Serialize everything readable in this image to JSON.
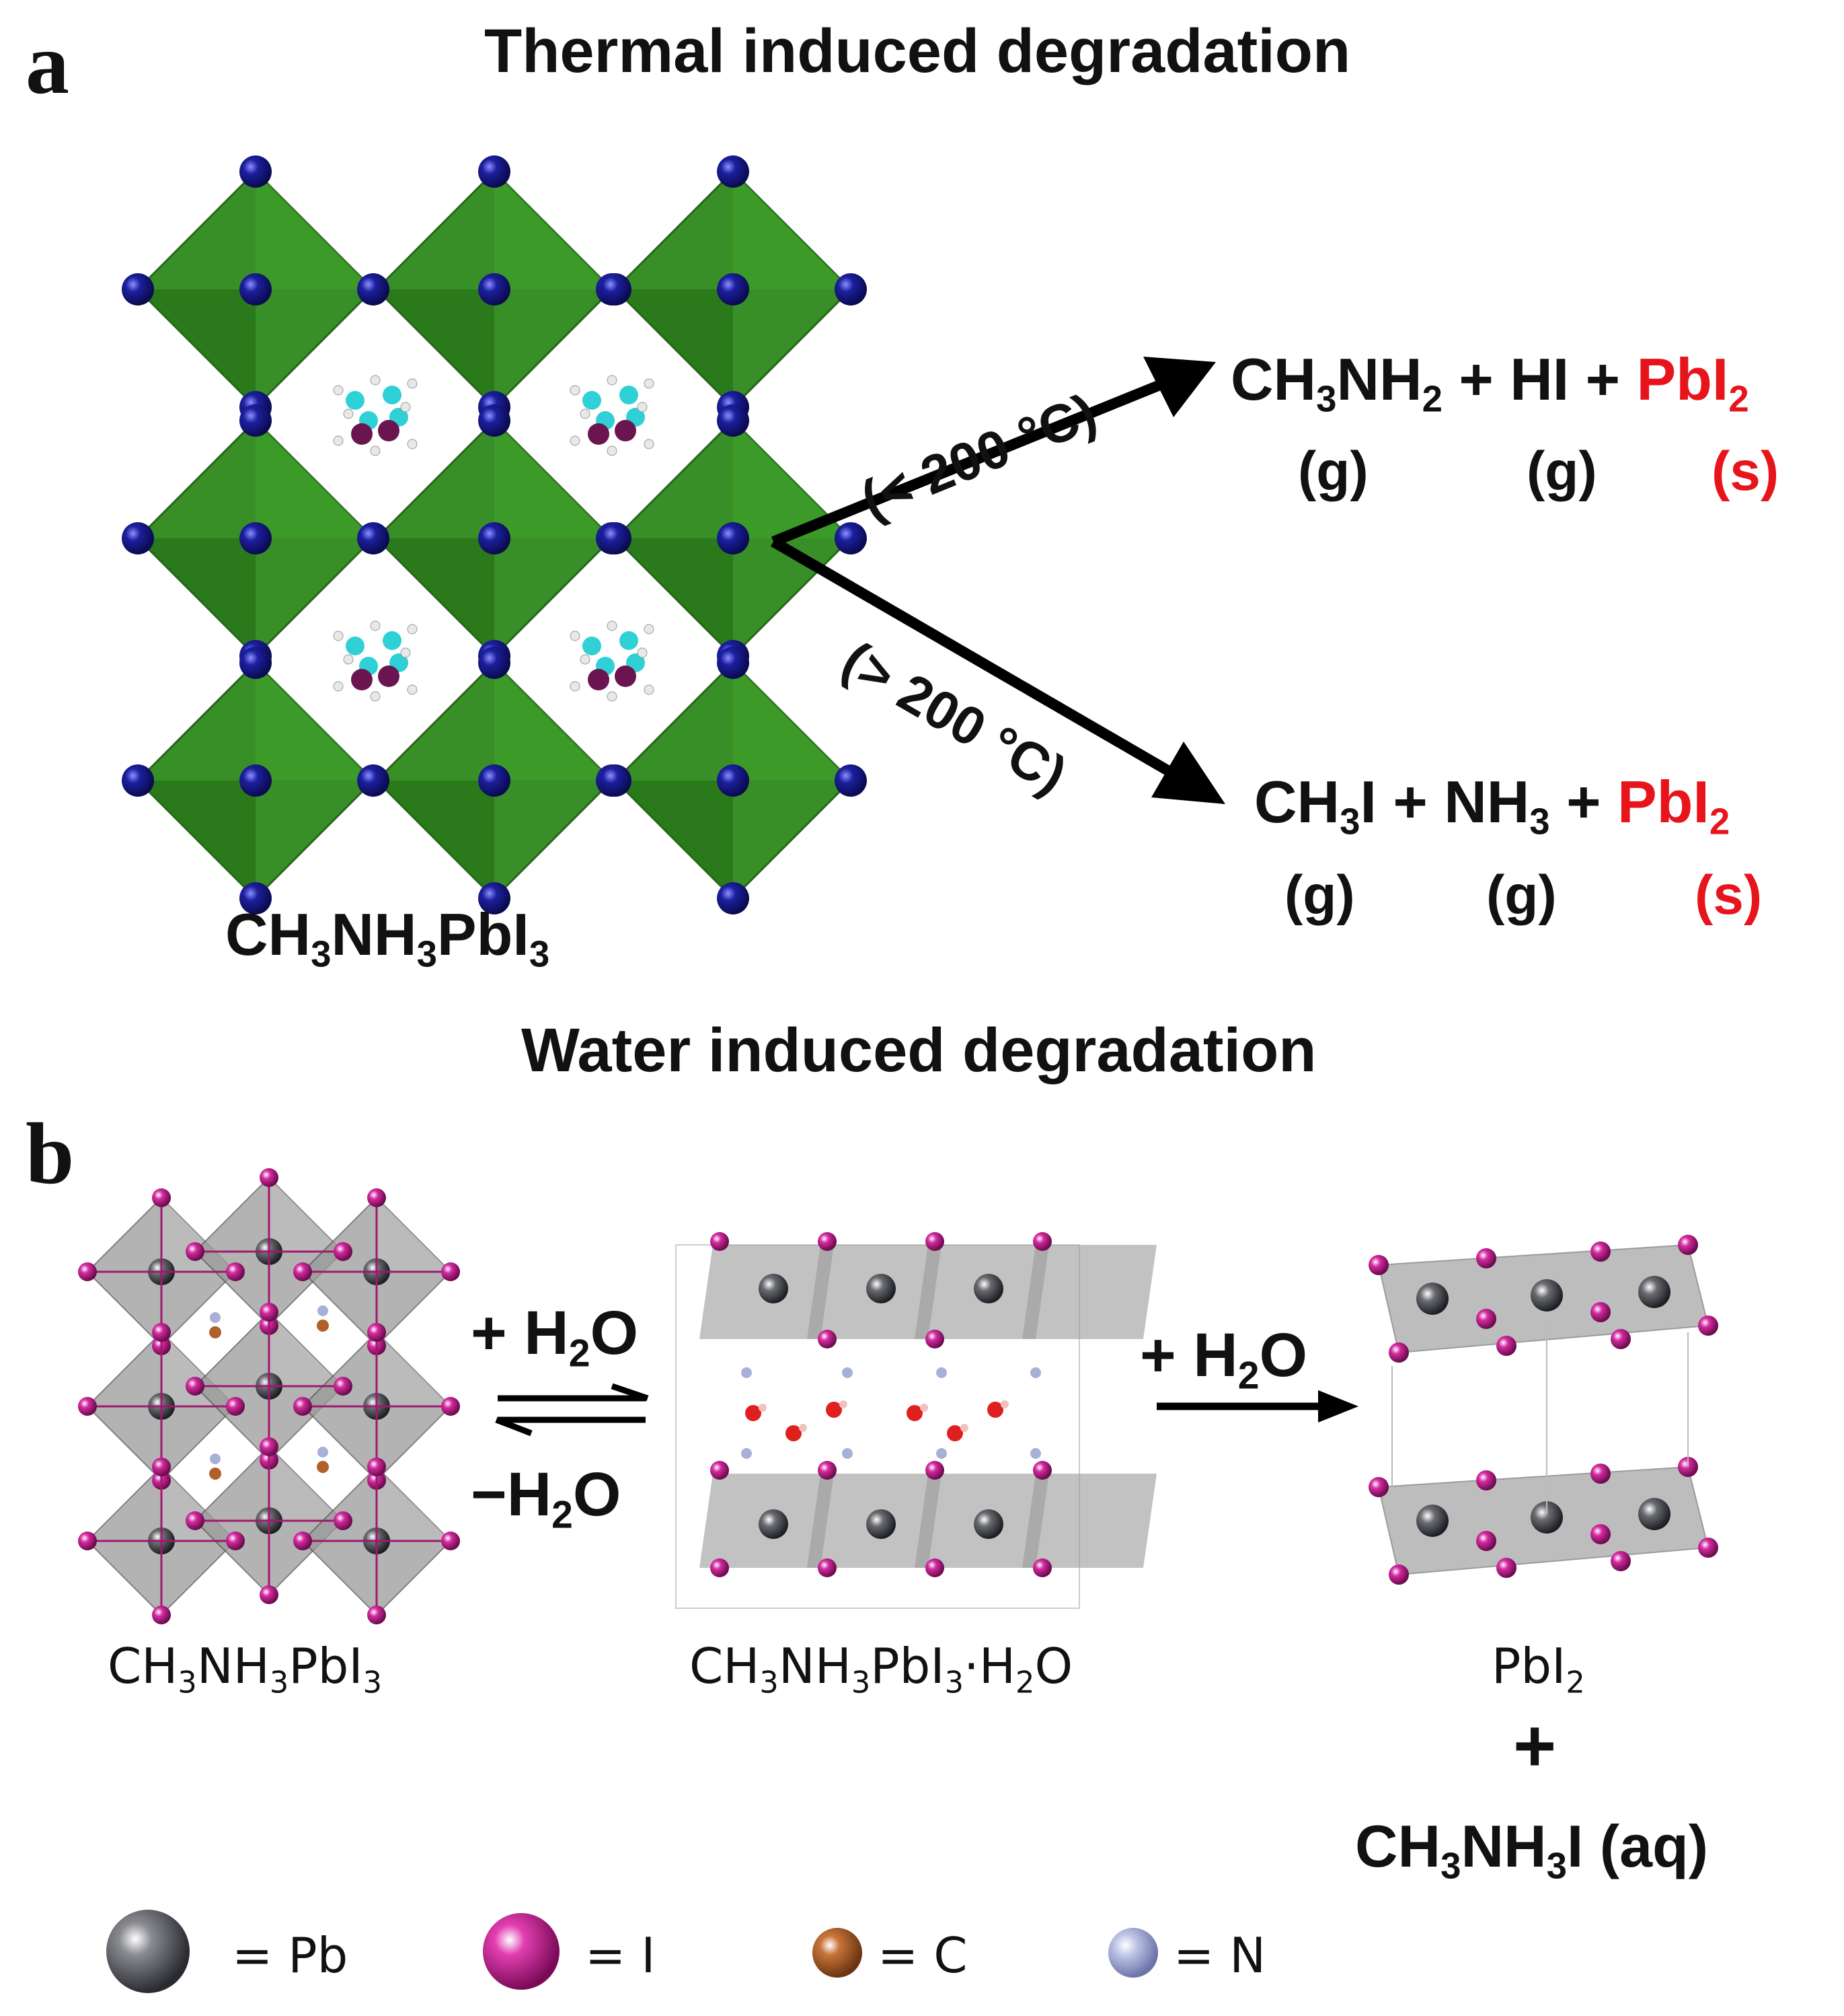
{
  "panel_a": {
    "letter": "a",
    "title": "Thermal induced degradation",
    "structure_label": {
      "pre": "CH",
      "s1": "3",
      "mid1": "NH",
      "s2": "3",
      "mid2": "PbI",
      "s3": "3"
    },
    "upper_path": {
      "condition": "(< 200 °C)",
      "products": {
        "a1": "CH",
        "a2": "3",
        "a3": "NH",
        "a4": "2",
        "plus1": " + HI + ",
        "p1": "PbI",
        "p2": "2"
      },
      "phases": [
        "(g)",
        "(g)",
        "(s)"
      ]
    },
    "lower_path": {
      "condition": "(> 200 °C)",
      "products": {
        "a1": "CH",
        "a2": "3",
        "a3": "I + NH",
        "a4": "3",
        "plus1": " + ",
        "p1": "PbI",
        "p2": "2"
      },
      "phases": [
        "(g)",
        "(g)",
        "(s)"
      ]
    }
  },
  "panel_b": {
    "letter": "b",
    "title": "Water induced degradation",
    "forward_water": {
      "sign": "+ H",
      "sub": "2",
      "o": "O"
    },
    "reverse_water": {
      "sign": "−H",
      "sub": "2",
      "o": "O"
    },
    "second_water": {
      "sign": "+ H",
      "sub": "2",
      "o": "O"
    },
    "label_left": {
      "a": "CH",
      "b": "3",
      "c": "NH",
      "d": "3",
      "e": "PbI",
      "f": "3"
    },
    "label_mid": {
      "a": "CH",
      "b": "3",
      "c": "NH",
      "d": "3",
      "e": "PbI",
      "f": "3",
      "g": "·H",
      "h": "2",
      "i": "O"
    },
    "label_right_1": {
      "a": "PbI",
      "b": "2"
    },
    "plus": "+",
    "label_right_2": {
      "a": "CH",
      "b": "3",
      "c": "NH",
      "d": "3",
      "e": "I (aq)"
    }
  },
  "legend": [
    {
      "text": "= Pb",
      "color": "#4a4b50"
    },
    {
      "text": "= I",
      "color": "#c2168f"
    },
    {
      "text": "= C",
      "color": "#b0602a"
    },
    {
      "text": "= N",
      "color": "#a8b0d8"
    }
  ],
  "colors": {
    "octahedron_green": "#2f8a1c",
    "iodine_blue": "#1c1f9e",
    "product_red": "#e8141c",
    "octahedron_grey": "#9a9a9a"
  }
}
